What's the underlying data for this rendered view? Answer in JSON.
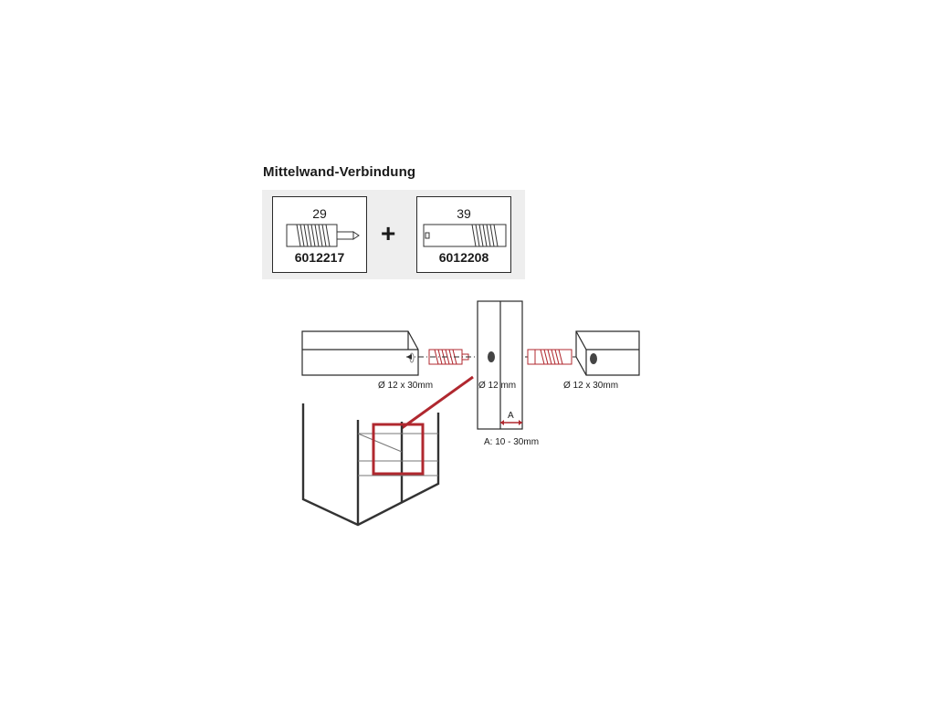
{
  "title": "Mittelwand-Verbindung",
  "parts": [
    {
      "length": "29",
      "number": "6012217"
    },
    {
      "length": "39",
      "number": "6012208"
    }
  ],
  "plus": "+",
  "labels": {
    "left_bore": "Ø 12 x 30mm",
    "center_bore": "Ø 12 mm",
    "right_bore": "Ø 12 x 30mm",
    "dim_a": "A",
    "range": "A: 10 - 30mm"
  },
  "colors": {
    "accent": "#b0282f",
    "line": "#2a2a2a"
  }
}
